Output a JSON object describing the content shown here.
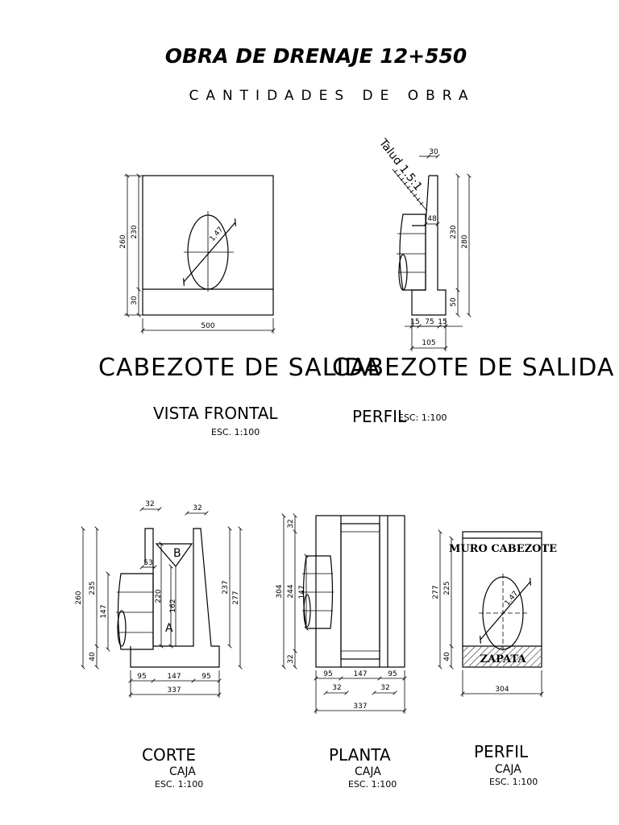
{
  "title": "OBRA DE DRENAJE 12+550",
  "subtitle": "CANTIDADES DE OBRA",
  "views": {
    "frontal": {
      "heading": "CABEZOTE DE SALIDA",
      "name": "VISTA FRONTAL",
      "scale": "ESC. 1:100",
      "dims": {
        "width": "500",
        "height_total": "260",
        "height_wall": "230",
        "height_base": "30",
        "pipe": "1.47"
      }
    },
    "perfil_cabezote": {
      "heading": "CABEZOTE DE SALIDA",
      "name": "PERFIL",
      "scale": "ESC: 1:100",
      "dims": {
        "top": "30",
        "mid": "48",
        "h1": "230",
        "h2": "280",
        "h3": "50",
        "b1": "15",
        "b2": "75",
        "b3": "15",
        "total": "105",
        "slope": "Talud 1.5:1"
      }
    },
    "corte": {
      "name": "CORTE",
      "sub": "CAJA",
      "scale": "ESC. 1:100",
      "dims": {
        "top_l": "32",
        "top_r": "32",
        "d53": "53",
        "h260": "260",
        "h235": "235",
        "h147": "147",
        "h40": "40",
        "h220": "220",
        "h162": "162",
        "h237": "237",
        "h277": "277",
        "b95a": "95",
        "b147": "147",
        "b95b": "95",
        "total": "337",
        "a": "A",
        "b": "B"
      }
    },
    "planta": {
      "name": "PLANTA",
      "sub": "CAJA",
      "scale": "ESC. 1:100",
      "dims": {
        "v304": "304",
        "v244": "244",
        "v147": "147",
        "v32a": "32",
        "v32b": "32",
        "b95a": "95",
        "b147": "147",
        "b95b": "95",
        "s32a": "32",
        "s32b": "32",
        "total": "337"
      }
    },
    "perfil_caja": {
      "name": "PERFIL",
      "sub": "CAJA",
      "scale": "ESC. 1:100",
      "muro": "MURO CABEZOTE",
      "zapata": "ZAPATA",
      "dims": {
        "v277": "277",
        "v225": "225",
        "v40": "40",
        "width": "304",
        "pipe": "1.47"
      }
    }
  }
}
